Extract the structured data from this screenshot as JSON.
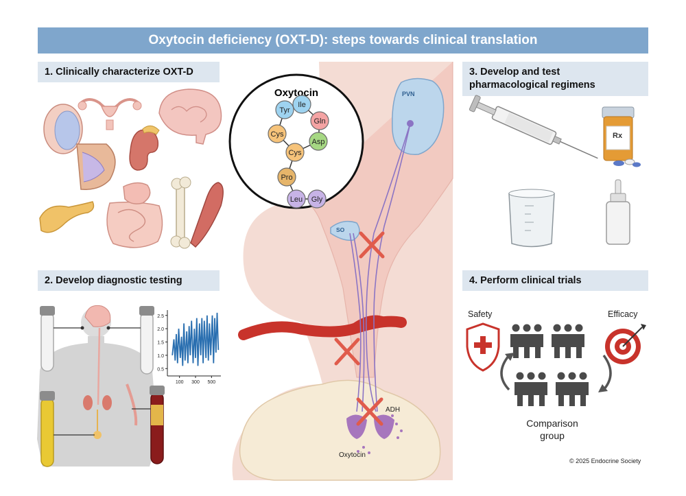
{
  "title": "Oxytocin deficiency (OXT-D): steps towards clinical translation",
  "sections": {
    "s1": "1. Clinically characterize OXT-D",
    "s2": "2. Develop diagnostic testing",
    "s3_line1": "3. Develop and test",
    "s3_line2": "pharmacological regimens",
    "s4": "4. Perform clinical trials"
  },
  "peptide": {
    "title": "Oxytocin",
    "residues": [
      "Tyr",
      "Ile",
      "Gln",
      "Asp",
      "Cys",
      "Cys",
      "Pro",
      "Leu",
      "Gly"
    ]
  },
  "brain_labels": {
    "pvn": "PVN",
    "so": "SO",
    "adh": "ADH",
    "oxytocin": "Oxytocin"
  },
  "trials": {
    "safety": "Safety",
    "efficacy": "Efficacy",
    "comparison_l1": "Comparison",
    "comparison_l2": "group"
  },
  "rx_label": "Rx",
  "copyright": "© 2025 Endocrine Society",
  "chart_data": {
    "type": "line",
    "x_ticks": [
      "100",
      "300",
      "500"
    ],
    "y_ticks": [
      "0.5",
      "1.0",
      "1.5",
      "2.0",
      "2.5"
    ],
    "ylim": [
      0.3,
      2.7
    ],
    "xlim": [
      0,
      600
    ],
    "series": [
      {
        "color": "#2a6fb0",
        "x": [
          10,
          30,
          45,
          60,
          75,
          90,
          110,
          125,
          140,
          155,
          170,
          190,
          205,
          220,
          235,
          250,
          270,
          285,
          300,
          315,
          330,
          350,
          365,
          380,
          395,
          410,
          430,
          445,
          460,
          475,
          490,
          510,
          525,
          540,
          555,
          570,
          585
        ],
        "y": [
          1.0,
          1.6,
          0.8,
          1.8,
          0.7,
          2.0,
          0.9,
          1.7,
          0.6,
          2.2,
          0.8,
          1.9,
          0.7,
          2.1,
          1.0,
          2.3,
          0.7,
          2.0,
          0.9,
          2.4,
          0.6,
          2.2,
          1.0,
          2.4,
          0.7,
          2.3,
          0.9,
          2.5,
          0.8,
          2.2,
          1.0,
          2.5,
          0.7,
          2.4,
          1.1,
          2.6,
          1.2
        ]
      }
    ]
  },
  "colors": {
    "banner": "#7fa6cc",
    "section_bg": "#dde6ef",
    "x_mark": "#e05b4b",
    "vessel": "#c8332b",
    "tissue": "#f4dcd4"
  }
}
